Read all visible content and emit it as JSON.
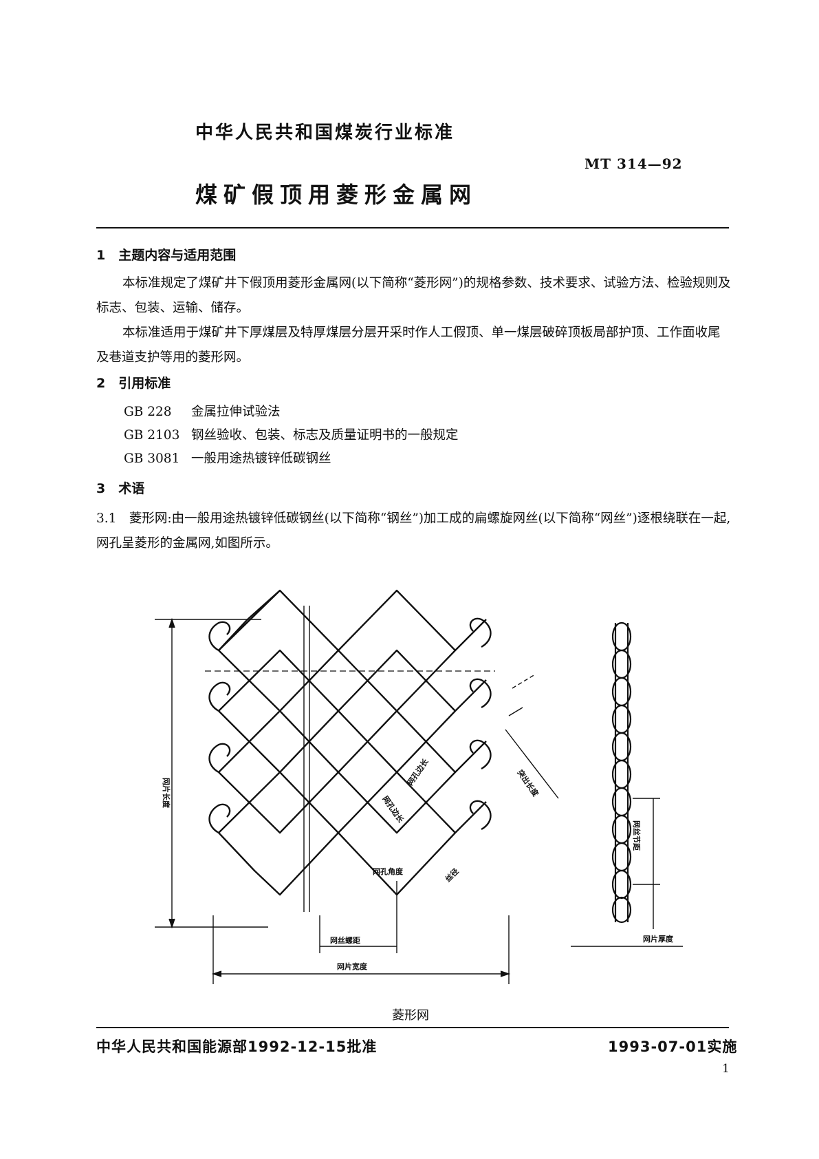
{
  "header": {
    "org_title": "中华人民共和国煤炭行业标准",
    "standard_no": "MT 314—92",
    "doc_title": "煤矿假顶用菱形金属网"
  },
  "sections": {
    "s1": {
      "heading": "1　主题内容与适用范围",
      "p1": "本标准规定了煤矿井下假顶用菱形金属网(以下简称“菱形网”)的规格参数、技术要求、试验方法、检验规则及标志、包装、运输、储存。",
      "p2": "本标准适用于煤矿井下厚煤层及特厚煤层分层开采时作人工假顶、单一煤层破碎顶板局部护顶、工作面收尾及巷道支护等用的菱形网。"
    },
    "s2": {
      "heading": "2　引用标准",
      "refs": [
        {
          "code": "GB 228",
          "title": "金属拉伸试验法"
        },
        {
          "code": "GB 2103",
          "title": "钢丝验收、包装、标志及质量证明书的一般规定"
        },
        {
          "code": "GB 3081",
          "title": "一般用途热镀锌低碳钢丝"
        }
      ]
    },
    "s3": {
      "heading": "3　术语",
      "p1": "3.1　菱形网:由一般用途热镀锌低碳钢丝(以下简称“钢丝”)加工成的扁螺旋网丝(以下简称“网丝”)逐根绕联在一起,网孔呈菱形的金属网,如图所示。"
    }
  },
  "figure": {
    "labels": {
      "length": "网片长度",
      "width": "网片宽度",
      "spiral_pitch": "网丝螺距",
      "hole_side_1": "网孔边长",
      "hole_side_2": "网孔边长",
      "protrusion": "突出长度",
      "wire_dia": "丝径",
      "hole_angle": "网孔角度",
      "wire_pitch": "网丝节距",
      "thickness": "网片厚度"
    },
    "caption": "菱形网"
  },
  "footer": {
    "approval": "中华人民共和国能源部1992-12-15批准",
    "effective": "1993-07-01实施",
    "page": "1"
  }
}
